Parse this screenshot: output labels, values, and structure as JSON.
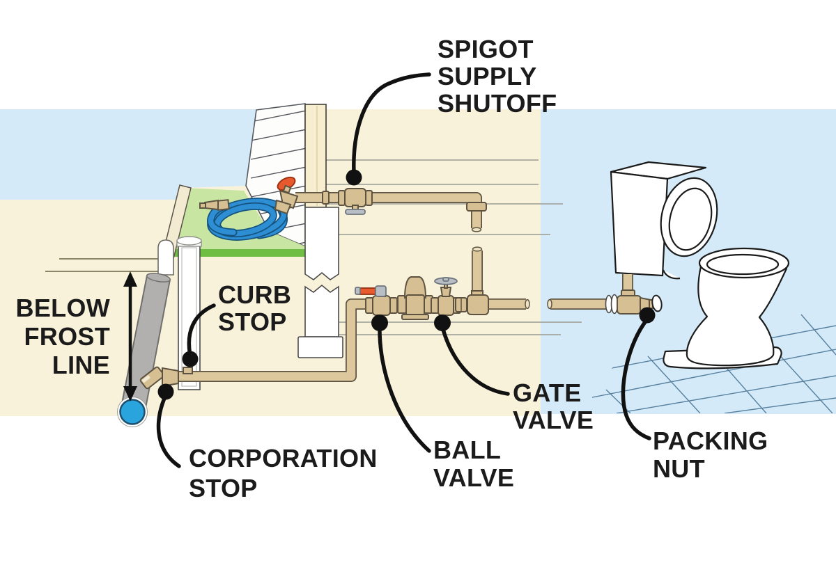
{
  "diagram": {
    "labels": {
      "spigot_supply_shutoff": {
        "lines": [
          "SPIGOT",
          "SUPPLY",
          "SHUTOFF"
        ]
      },
      "below_frost_line": {
        "lines": [
          "BELOW",
          "FROST",
          "LINE"
        ]
      },
      "curb_stop": {
        "lines": [
          "CURB",
          "STOP"
        ]
      },
      "corporation_stop": {
        "lines": [
          "CORPORATION",
          "STOP"
        ]
      },
      "ball_valve": {
        "lines": [
          "BALL",
          "VALVE"
        ]
      },
      "gate_valve": {
        "lines": [
          "GATE",
          "VALVE"
        ]
      },
      "packing_nut": {
        "lines": [
          "PACKING",
          "NUT"
        ]
      }
    },
    "colors": {
      "background": "#ffffff",
      "ground": "#f9f2da",
      "sky_and_bathroom": "#d5eaf8",
      "lawn": "#c9e5a2",
      "lawn_edge": "#6fbe44",
      "pipe_brass": "#ddc89e",
      "fitting_brass": "#d5bf93",
      "pipe_outline": "#5d5340",
      "water_main_gray": "#b1b0ae",
      "water_blue": "#2aa4dc",
      "hose_blue": "#2e8ed4",
      "handle_red": "#e8592e",
      "handle_gray": "#b9bec4",
      "label_text": "#1b1b1b",
      "leader_line": "#111111"
    }
  }
}
